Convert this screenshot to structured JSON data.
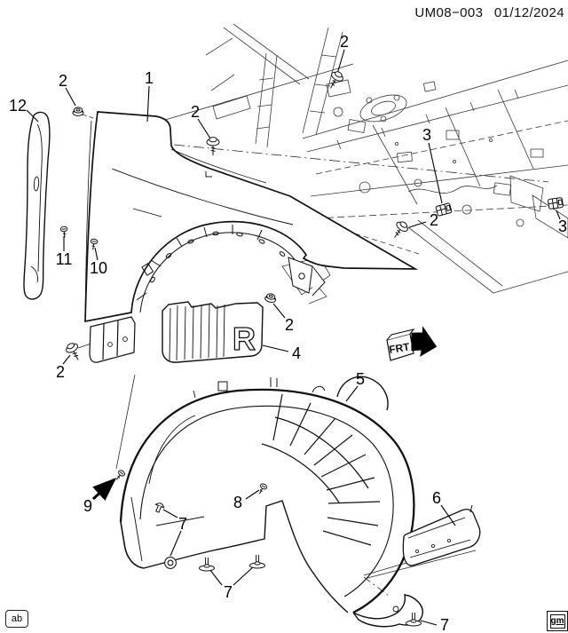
{
  "header": {
    "code": "UM08−003",
    "date": "01/12/2024"
  },
  "footer": {
    "left_tag": "ab",
    "logo": "gm"
  },
  "diagram": {
    "frt_label": "FRT",
    "insulator_marking": "R",
    "callouts": [
      {
        "label": "12"
      },
      {
        "label": "2"
      },
      {
        "label": "1"
      },
      {
        "label": "2"
      },
      {
        "label": "2"
      },
      {
        "label": "3"
      },
      {
        "label": "2"
      },
      {
        "label": "3"
      },
      {
        "label": "11"
      },
      {
        "label": "10"
      },
      {
        "label": "2"
      },
      {
        "label": "2"
      },
      {
        "label": "4"
      },
      {
        "label": "5"
      },
      {
        "label": "9"
      },
      {
        "label": "7"
      },
      {
        "label": "8"
      },
      {
        "label": "7"
      },
      {
        "label": "6"
      },
      {
        "label": "7"
      }
    ]
  }
}
